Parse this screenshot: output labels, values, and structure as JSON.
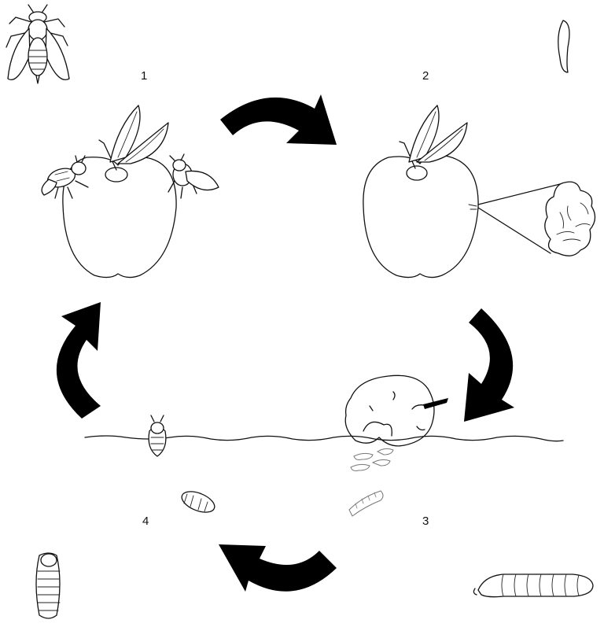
{
  "stages": [
    {
      "label": "1"
    },
    {
      "label": "2"
    },
    {
      "label": "3"
    },
    {
      "label": "4"
    }
  ],
  "colors": {
    "ink": "#111111",
    "arrow": "#000000",
    "background": "#ffffff"
  },
  "icons": [
    "fly-icon",
    "egg-icon",
    "apple-icon",
    "larva-icon",
    "pupa-icon",
    "cycle-arrow-icon"
  ]
}
